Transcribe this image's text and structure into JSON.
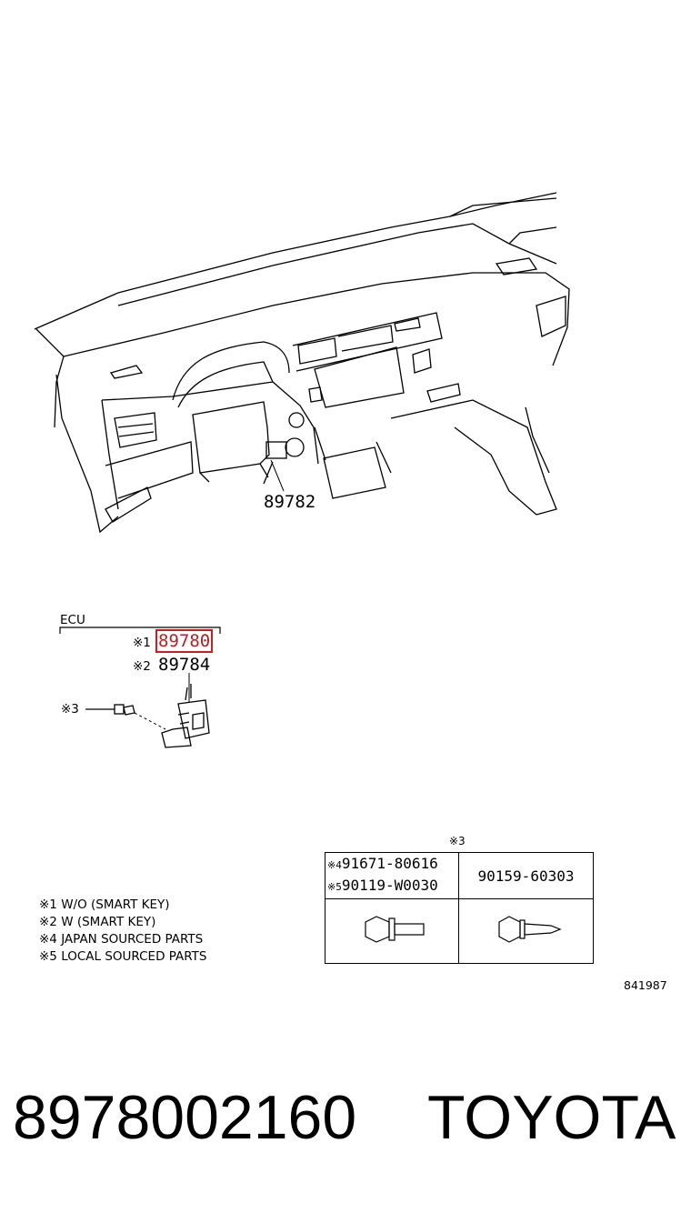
{
  "diagram": {
    "callout_main": "89782",
    "ecu_label": "ECU",
    "ecu_items": [
      {
        "mark": "※1",
        "part": "89780",
        "highlighted": true
      },
      {
        "mark": "※2",
        "part": "89784",
        "highlighted": false
      }
    ],
    "bolt_mark": "※3",
    "table_header_mark": "※3",
    "table": {
      "left_rows": [
        {
          "mark": "※4",
          "part": "91671-80616"
        },
        {
          "mark": "※5",
          "part": "90119-W0030"
        }
      ],
      "right_part": "90159-60303"
    },
    "notes": [
      "※1 W/O (SMART KEY)",
      "※2 W (SMART KEY)",
      "※4 JAPAN SOURCED PARTS",
      "※5 LOCAL SOURCED PARTS"
    ],
    "figure_code": "841987",
    "highlight_color": "#d21b1b"
  },
  "footer": {
    "part_number": "8978002160",
    "brand": "TOYOTA"
  }
}
